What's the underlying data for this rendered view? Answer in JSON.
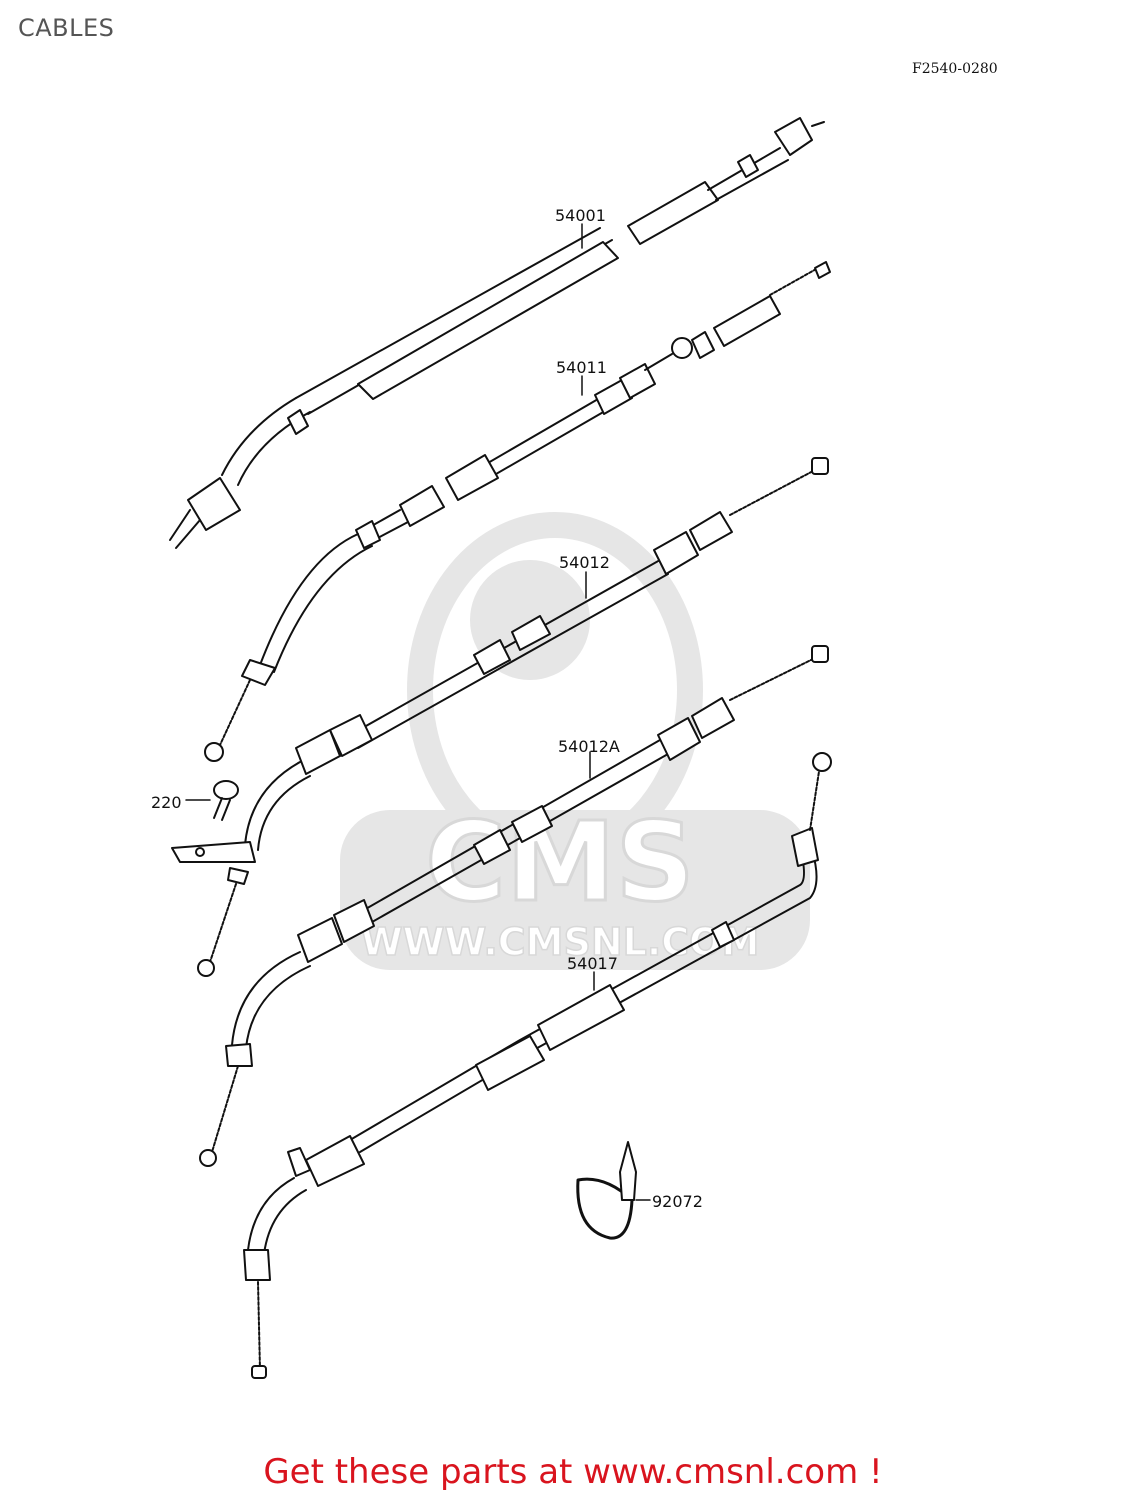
{
  "page": {
    "title": "CABLES",
    "drawing_code": "F2540-0280"
  },
  "parts": [
    {
      "id": "speedometer",
      "label": "54001"
    },
    {
      "id": "choke",
      "label": "54011"
    },
    {
      "id": "throttle-open",
      "label": "54012"
    },
    {
      "id": "throttle-close",
      "label": "54012A"
    },
    {
      "id": "clutch",
      "label": "54017"
    },
    {
      "id": "screw",
      "label": "220"
    },
    {
      "id": "clamp",
      "label": "92072"
    }
  ],
  "watermark": {
    "brand": "CMS",
    "url": "WWW.CMSNL.COM"
  },
  "footer": {
    "promo": "Get these parts at www.cmsnl.com !"
  },
  "colors": {
    "line": "#111111",
    "watermark": "#e6e6e6",
    "promo": "#d9141e",
    "title": "#555555"
  }
}
